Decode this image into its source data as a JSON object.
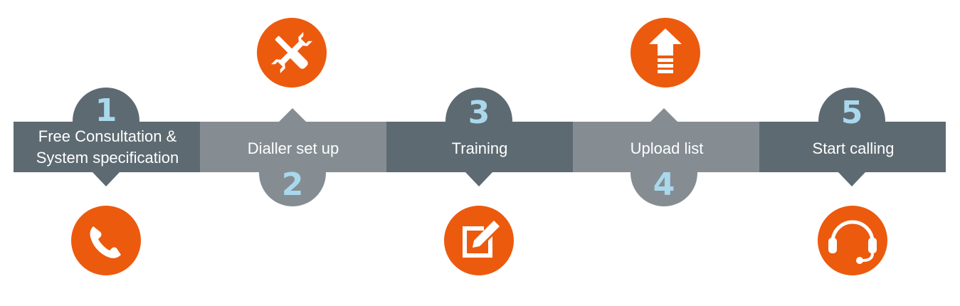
{
  "colors": {
    "dark": "#5d6a72",
    "light": "#858d93",
    "number": "#a9d8ec",
    "accent": "#ec5a0e",
    "icon": "#ffffff"
  },
  "steps": [
    {
      "number": "1",
      "label_lines": [
        "Free Consultation &",
        "System specification"
      ],
      "icon": "phone-icon"
    },
    {
      "number": "2",
      "label_lines": [
        "Dialler set up"
      ],
      "icon": "tools-icon"
    },
    {
      "number": "3",
      "label_lines": [
        "Training"
      ],
      "icon": "edit-document-icon"
    },
    {
      "number": "4",
      "label_lines": [
        "Upload list"
      ],
      "icon": "upload-arrow-icon"
    },
    {
      "number": "5",
      "label_lines": [
        "Start calling"
      ],
      "icon": "headset-icon"
    }
  ]
}
